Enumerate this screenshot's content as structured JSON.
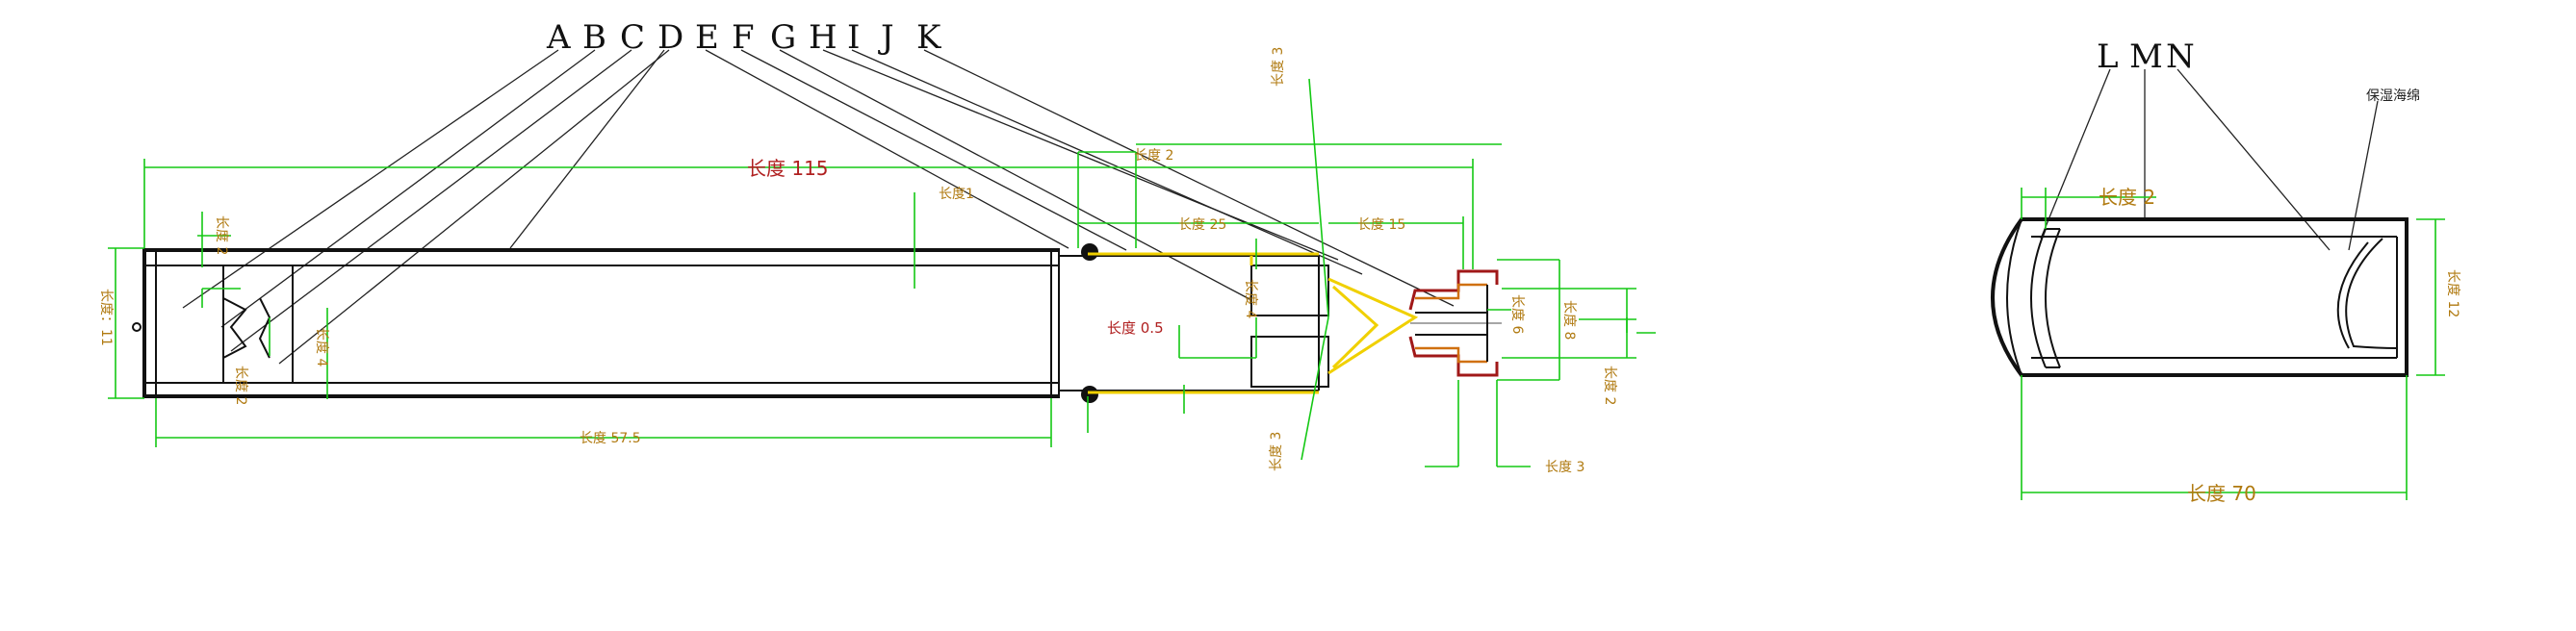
{
  "letters_left": [
    "A",
    "B",
    "C",
    "D",
    "E",
    "F",
    "G",
    "H",
    "I",
    "J",
    "K"
  ],
  "letters_right": [
    "L",
    "M",
    "N"
  ],
  "labels": {
    "total_length": "长度 115",
    "len2_top": "长度 2",
    "len3_top": "长度 3",
    "len25": "长度 25",
    "len15": "长度 15",
    "len1": "长度1",
    "len2_left": "长度 2",
    "len2_small": "长度 2",
    "len4": "长度 4",
    "len11": "长度：11",
    "len4_mid": "长度 4",
    "len05": "长度 0.5",
    "len6": "长度 6",
    "len8": "长度 8",
    "len2_right": "长度 2",
    "len575": "长度 57.5",
    "len3_bottom": "长度 3",
    "len3_right": "长度 3",
    "r_len2": "长度 2",
    "r_len12": "长度 12",
    "r_len70": "长度 70",
    "sponge": "保湿海绵"
  },
  "colors": {
    "dimension": "#14c814",
    "annotation": "#b07a10",
    "accent_red": "#b02020",
    "highlight": "#f0d000"
  }
}
